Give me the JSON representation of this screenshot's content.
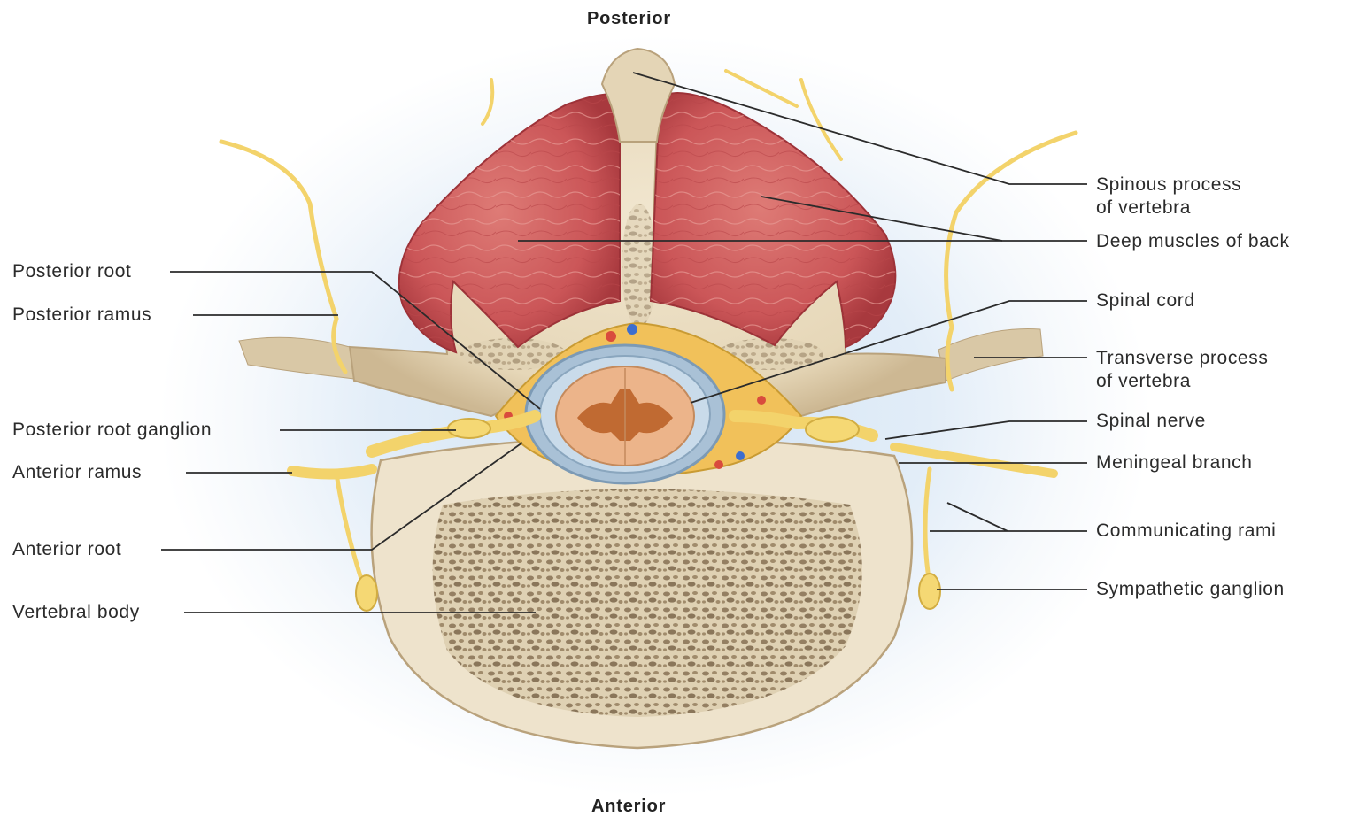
{
  "orientation": {
    "top": "Posterior",
    "bottom": "Anterior"
  },
  "labels": {
    "posterior_root": "Posterior root",
    "posterior_ramus": "Posterior ramus",
    "posterior_root_ganglion": "Posterior root ganglion",
    "anterior_ramus": "Anterior ramus",
    "anterior_root": "Anterior root",
    "vertebral_body": "Vertebral body",
    "spinous_process_1": "Spinous process",
    "spinous_process_2": "of vertebra",
    "deep_muscles": "Deep muscles of back",
    "spinal_cord": "Spinal cord",
    "transverse_process_1": "Transverse process",
    "transverse_process_2": "of vertebra",
    "spinal_nerve": "Spinal nerve",
    "meningeal_branch": "Meningeal branch",
    "communicating_rami": "Communicating rami",
    "sympathetic_ganglion": "Sympathetic ganglion"
  },
  "colors": {
    "bone": "#e9dcc1",
    "bone_shade": "#cdb893",
    "muscle": "#cf5a5c",
    "nerve": "#f3d36b",
    "dura": "#a9c1d6",
    "gray_matter": "#c06a32",
    "white_matter": "#ecb48a"
  }
}
